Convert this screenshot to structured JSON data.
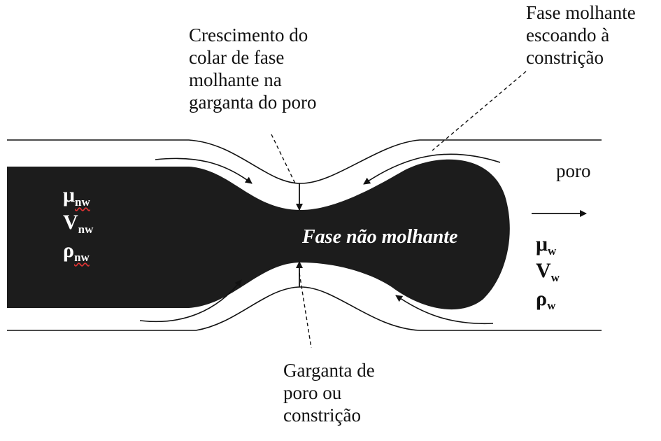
{
  "labels": {
    "collar_growth": [
      "Crescimento do",
      "colar de fase",
      "molhante na",
      "garganta do poro"
    ],
    "wetting_flow": [
      "Fase molhante",
      "escoando à",
      "constrição"
    ],
    "throat": [
      "Garganta de",
      "poro ou",
      "constrição"
    ],
    "pore": "poro",
    "non_wetting_phase": "Fase não molhante"
  },
  "symbols": {
    "nonwetting": {
      "mu": "μ",
      "v": "V",
      "rho": "ρ",
      "sub": "nw"
    },
    "wetting": {
      "mu": "μ",
      "v": "V",
      "rho": "ρ",
      "sub": "w"
    }
  },
  "colors": {
    "phase_fill": "#1c1c1c",
    "line": "#111111",
    "background": "#ffffff",
    "spell_underline": "#dd3333"
  }
}
